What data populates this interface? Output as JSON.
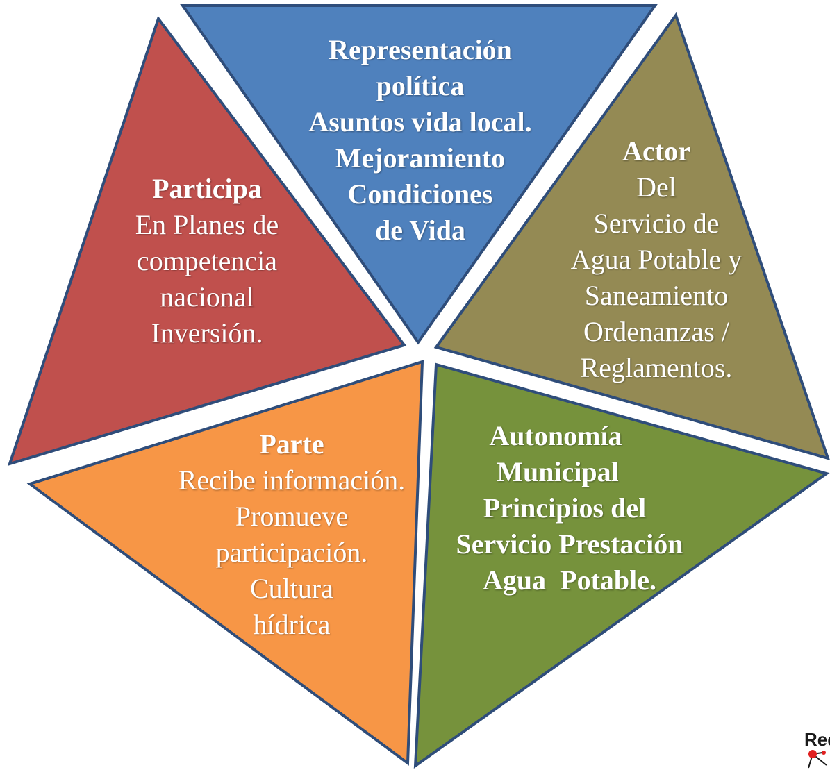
{
  "colors": {
    "top": "#4f81bd",
    "right": "#948a54",
    "bottom_right": "#76923c",
    "bottom_left": "#f79646",
    "left": "#c0504d",
    "border": "#2f4d7a"
  },
  "segments": {
    "top": {
      "lines": [
        "Representación",
        "política",
        "Asuntos vida local.",
        "Mejoramiento",
        "Condiciones",
        "de Vida"
      ]
    },
    "left": {
      "title": "Participa",
      "lines": [
        "En Planes de",
        "competencia",
        "nacional",
        "Inversión."
      ]
    },
    "right": {
      "title": "Actor",
      "lines": [
        "Del",
        "Servicio de",
        "Agua Potable y",
        "Saneamiento",
        "Ordenanzas /",
        "Reglamentos."
      ]
    },
    "bottom_left": {
      "title": "Parte",
      "lines": [
        "Recibe información.",
        "Promueve",
        "participación.",
        "Cultura",
        "hídrica"
      ]
    },
    "bottom_right": {
      "lines": [
        "Autonomía",
        "Municipal",
        "Principios del",
        "Servicio Prestación",
        "Agua  Potable."
      ]
    }
  },
  "logo": {
    "text": "Red",
    "icon": "network-nodes-icon"
  }
}
